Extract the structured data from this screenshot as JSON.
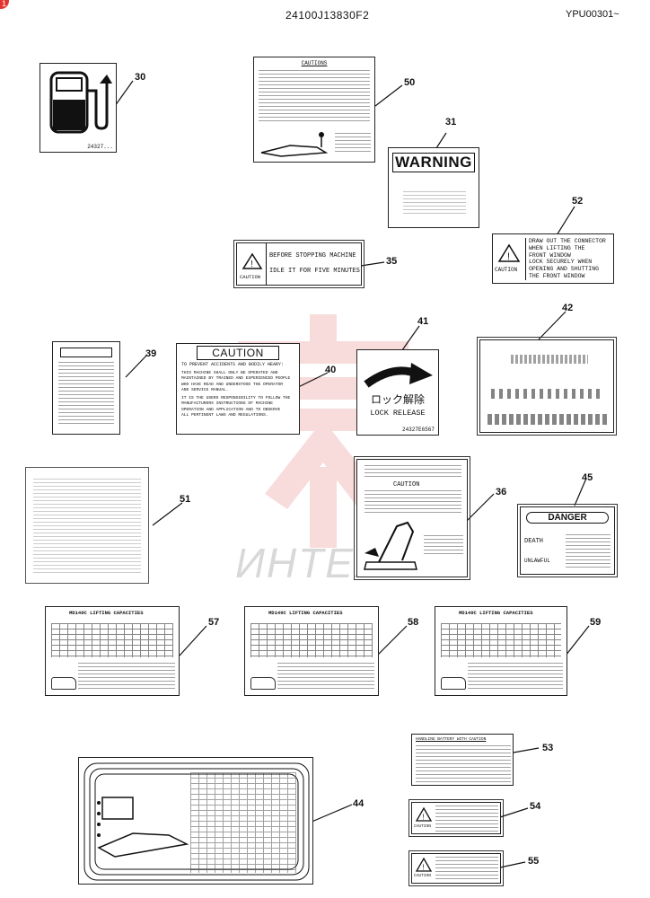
{
  "header": {
    "corner_marker": "1",
    "doc_code": "24100J13830F2",
    "serial_range": "YPU00301~"
  },
  "watermark": {
    "text": "ИНТЕХ",
    "color": "#e06060"
  },
  "decals": {
    "d30": {
      "callout": "30",
      "part_code": "24327..."
    },
    "d50": {
      "callout": "50",
      "title": "CAUTIONS"
    },
    "d31": {
      "callout": "31",
      "title": "WARNING"
    },
    "d52": {
      "callout": "52",
      "badge": "CAUTION",
      "lines": [
        "DRAW OUT THE CONNECTOR",
        "WHEN LIFTING THE",
        "FRONT WINDOW",
        "LOCK SECURELY WHEN",
        "OPENING AND SHUTTING",
        "THE FRONT WINDOW"
      ]
    },
    "d35": {
      "callout": "35",
      "badge": "CAUTION",
      "line1": "BEFORE STOPPING MACHINE",
      "line2": "IDLE IT FOR FIVE MINUTES"
    },
    "d39": {
      "callout": "39"
    },
    "d40": {
      "callout": "40",
      "title": "CAUTION",
      "lines": [
        "TO PREVENT ACCIDENTS AND BODILY HEARY:",
        "THIS MACHINE SHALL ONLY BE OPERATED AND",
        "MAINTAINED BY TRAINED AND EXPERIENCED PEOPLE",
        "WHO HAVE READ AND UNDERSTOOD THE OPERATOR",
        "AND SERVICE MANUAL.",
        "IT IS THE USERS RESPONSIBILITY TO FOLLOW THE",
        "MANUFACTURERS INSTRUCTIONS OF MACHINE",
        "OPERATION AND APPLICATION AND TO OBSERVE",
        "ALL PERTINENT LAWS AND REGULATIONS."
      ]
    },
    "d41": {
      "callout": "41",
      "jp_text": "ロック解除",
      "en_text": "LOCK RELEASE",
      "part_code": "24327E6567"
    },
    "d42": {
      "callout": "42"
    },
    "d51": {
      "callout": "51"
    },
    "d36": {
      "callout": "36",
      "title": "CAUTION"
    },
    "d45": {
      "callout": "45",
      "title": "DANGER",
      "word1": "DEATH",
      "word2": "UNLAWFUL"
    },
    "d57": {
      "callout": "57",
      "title": "MD140C LIFTING CAPACITIES"
    },
    "d58": {
      "callout": "58",
      "title": "MD140C LIFTING CAPACITIES"
    },
    "d59": {
      "callout": "59",
      "title": "MD140C LIFTING CAPACITIES"
    },
    "d53": {
      "callout": "53",
      "title": "HANDLING BATTERY WITH CAUTION"
    },
    "d44": {
      "callout": "44"
    },
    "d54": {
      "callout": "54",
      "badge": "CAUTION"
    },
    "d55": {
      "callout": "55",
      "badge": "CAUTION"
    }
  }
}
